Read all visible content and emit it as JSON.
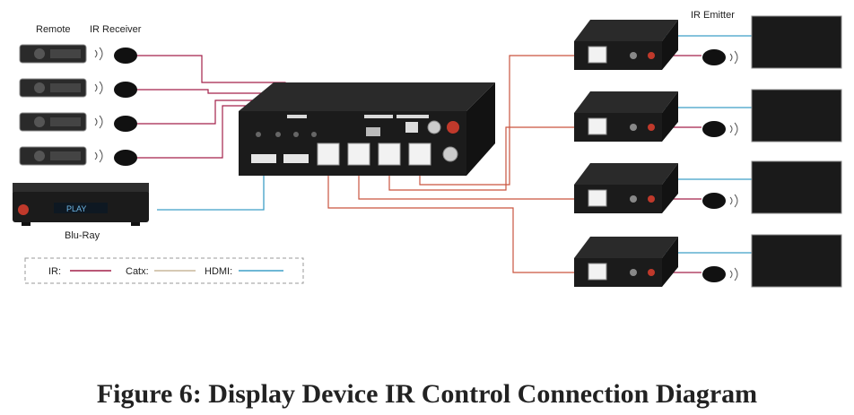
{
  "labels": {
    "remote": "Remote",
    "ir_receiver": "IR Receiver",
    "ir_emitter": "IR Emitter",
    "blu_ray": "Blu-Ray",
    "blu_ray_display": "PLAY"
  },
  "legend": {
    "ir": "IR:",
    "catx": "Catx:",
    "hdmi": "HDMI:"
  },
  "colors": {
    "ir": "#a3214a",
    "catx": "#c9553f",
    "hdmi": "#3e9fc7",
    "catx_legend": "#c8b79c",
    "device_body": "#1b1b1b",
    "blu_ray_text": "#6fb7e6"
  },
  "caption": "Figure 6:  Display Device IR Control Connection Diagram"
}
